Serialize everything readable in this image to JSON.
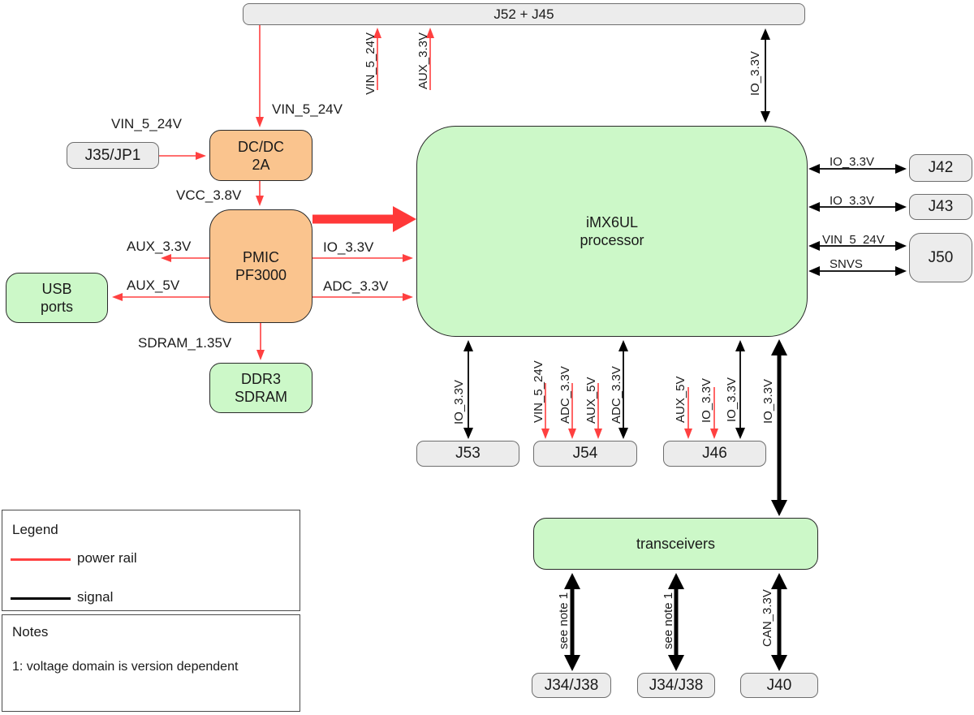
{
  "colors": {
    "power_rail": "#ff4040",
    "signal": "#000000",
    "block_orange": "#fac48e",
    "block_green": "#ccf8c8",
    "connector_gray": "#ececec"
  },
  "nodes": {
    "top_bar": {
      "label": "J52 + J45"
    },
    "j35jp1": {
      "label": "J35/JP1"
    },
    "dcdc": {
      "line1": "DC/DC",
      "line2": "2A"
    },
    "pmic": {
      "line1": "PMIC",
      "line2": "PF3000"
    },
    "usb": {
      "line1": "USB",
      "line2": "ports"
    },
    "ddr3": {
      "line1": "DDR3",
      "line2": "SDRAM"
    },
    "processor": {
      "line1": "iMX6UL",
      "line2": "processor"
    },
    "transceivers": {
      "label": "transceivers"
    },
    "j42": {
      "label": "J42"
    },
    "j43": {
      "label": "J43"
    },
    "j50": {
      "label": "J50"
    },
    "j53": {
      "label": "J53"
    },
    "j54": {
      "label": "J54"
    },
    "j46": {
      "label": "J46"
    },
    "j34a": {
      "label": "J34/J38"
    },
    "j34b": {
      "label": "J34/J38"
    },
    "j40": {
      "label": "J40"
    }
  },
  "rails": {
    "vin_j35": "VIN_5_24V",
    "vin_drop": "VIN_5_24V",
    "vin_up": "VIN_5_24V",
    "aux33_up": "AUX_3.3V",
    "io33_top": "IO_3.3V",
    "vcc38": "VCC_3.8V",
    "aux33": "AUX_3.3V",
    "aux5": "AUX_5V",
    "io33_pmic": "IO_3.3V",
    "adc33_pmic": "ADC_3.3V",
    "sdram135": "SDRAM_1.35V",
    "io33_j42": "IO_3.3V",
    "io33_j43": "IO_3.3V",
    "vin_j50": "VIN_5_24V",
    "snvs_j50": "SNVS",
    "io33_j53": "IO_3.3V",
    "vin_j54": "VIN_5_24V",
    "adc33_j54a": "ADC_3.3V",
    "aux5_j54": "AUX_5V",
    "adc33_j54b": "ADC_3.3V",
    "aux5_j46": "AUX_5V",
    "io33_j46a": "IO_3.3V",
    "io33_j46b": "IO_3.3V",
    "io33_trans": "IO_3.3V",
    "note1_a": "see note 1",
    "note1_b": "see note 1",
    "can33": "CAN_3.3V"
  },
  "legend": {
    "title": "Legend",
    "items": [
      {
        "label": "power rail",
        "color": "#ff4040"
      },
      {
        "label": "signal",
        "color": "#000000"
      }
    ]
  },
  "notes": {
    "title": "Notes",
    "lines": [
      "1: voltage domain is version dependent"
    ]
  }
}
